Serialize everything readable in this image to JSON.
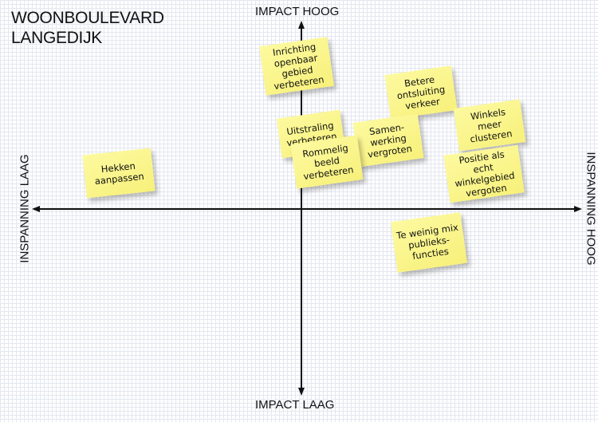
{
  "title": [
    "WOONBOULEVARD",
    "LANGEDIJK"
  ],
  "axes": {
    "top": "IMPACT HOOG",
    "bottom": "IMPACT LAAG",
    "left": "INSPANNING LAAG",
    "right": "INSPANNING HOOG"
  },
  "notes": [
    "Inrichting openbaar gebied verbeteren",
    "Betere ontsluiting verkeer",
    "Winkels meer clusteren",
    "Uitstraling verbeteren",
    "Samen- werking vergroten",
    "Rommelig beeld verbeteren",
    "Positie als echt winkelgebied vergoten",
    "Hekken aanpassen",
    "Te weinig mix publieks- functies"
  ]
}
